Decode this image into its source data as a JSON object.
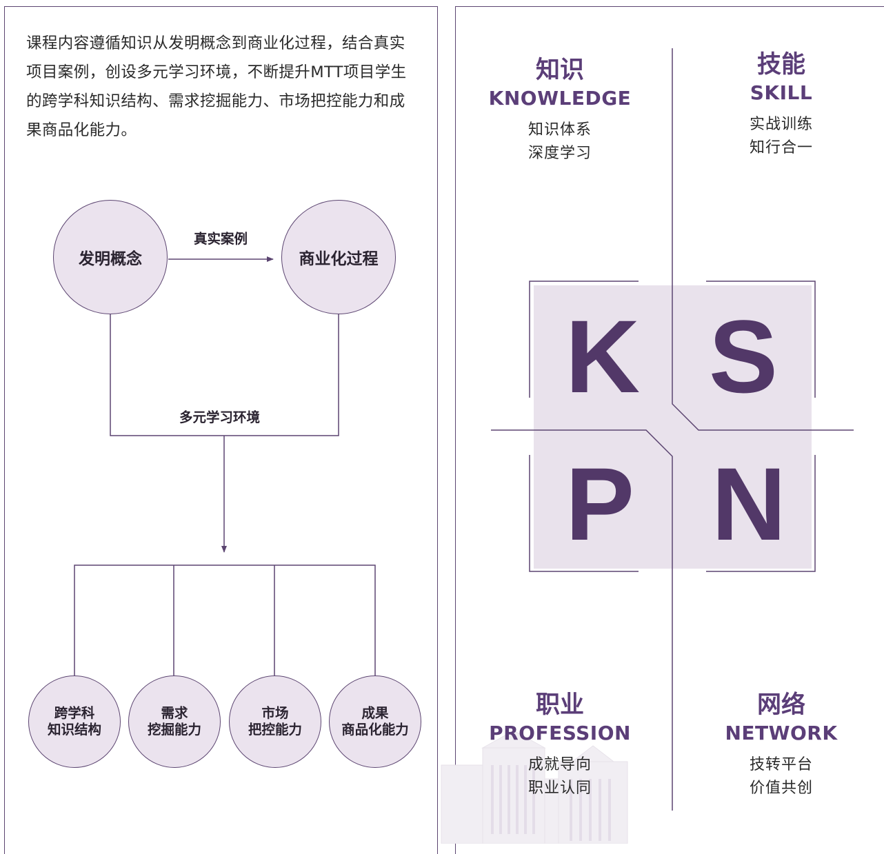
{
  "intro": "课程内容遵循知识从发明概念到商业化过程，结合真实项目案例，创设多元学习环境，不断提升MTT项目学生的跨学科知识结构、需求挖掘能力、市场把控能力和成果商品化能力。",
  "flow": {
    "node_left": "发明概念",
    "node_right": "商业化过程",
    "arrow_label": "真实案例",
    "env_label": "多元学习环境",
    "outcomes": [
      "跨学科\n知识结构",
      "需求\n挖掘能力",
      "市场\n把控能力",
      "成果\n商品化能力"
    ]
  },
  "kspn": {
    "knowledge": {
      "cn": "知识",
      "en": "KNOWLEDGE",
      "lines": [
        "知识体系",
        "深度学习"
      ],
      "letter": "K"
    },
    "skill": {
      "cn": "技能",
      "en": "SKILL",
      "lines": [
        "实战训练",
        "知行合一"
      ],
      "letter": "S"
    },
    "profession": {
      "cn": "职业",
      "en": "PROFESSION",
      "lines": [
        "成就导向",
        "职业认同"
      ],
      "letter": "P"
    },
    "network": {
      "cn": "网络",
      "en": "NETWORK",
      "lines": [
        "技转平台",
        "价值共创"
      ],
      "letter": "N"
    }
  },
  "colors": {
    "accent": "#5b3e78",
    "line": "#5b4470",
    "fill": "#ebe3ee"
  }
}
